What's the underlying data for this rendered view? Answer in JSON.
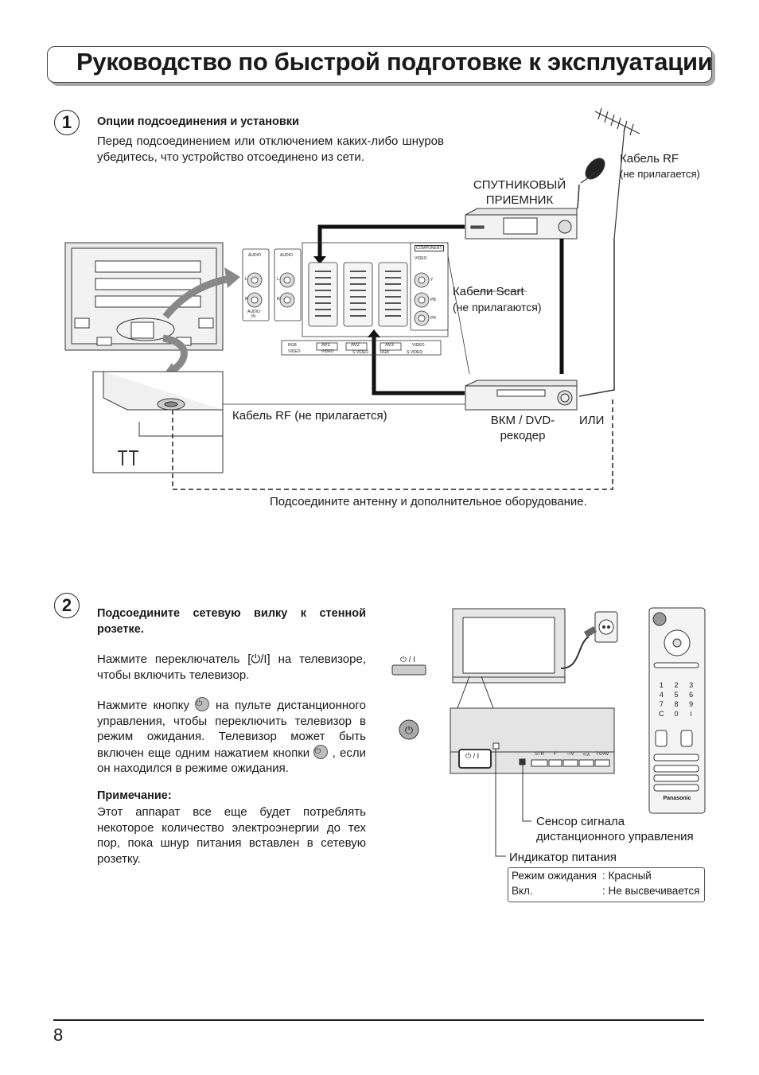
{
  "title": "Руководство по быстрой подготовке к эксплуатации",
  "step1": {
    "number": "1",
    "heading": "Опции подсоединения и установки",
    "text": "Перед подсоединением или отключением каких-либо шнуров убедитесь, что устройство отсоединено из сети.",
    "labels": {
      "cable_rf": "Кабель RF",
      "cable_rf_note": "(не прилагается)",
      "satellite_line1": "СПУТНИКОВЫЙ",
      "satellite_line2": "ПРИЕМНИК",
      "scart_cables": "Кабели Scart",
      "scart_note": "(не прилагаются)",
      "cable_rf_full": "Кабель RF (не прилагается)",
      "vcr_line1": "ВКМ / DVD-",
      "vcr_line2": "рекодер",
      "or": "ИЛИ",
      "connect_note": "Подсоедините антенну и дополнительное оборудование."
    },
    "panel_labels": {
      "audio": "AUDIO",
      "audio_in_1": "AUDIO",
      "audio_in_2": "IN",
      "component": "COMPONENT",
      "video": "VIDEO",
      "l": "L",
      "r": "R",
      "y": "Y",
      "pb": "PB",
      "pr": "PR",
      "rgb": "RGB",
      "av1": "AV1",
      "av2": "AV2",
      "av3": "AV3",
      "s_video": "S VIDEO"
    }
  },
  "step2": {
    "number": "2",
    "heading": "Подсоедините сетевую вилку к стенной розетке.",
    "para1": "Нажмите переключатель [⏻/I] на телевизоре, чтобы включить телевизор.",
    "para2_a": "Нажмите кнопку",
    "para2_b": "на пульте дистанционного управления, чтобы переключить телевизор в режим ожидания. Телевизор может быть включен еще одним нажатием кнопки",
    "para2_c": ", если он находился в режиме ожидания.",
    "note_heading": "Примечание:",
    "note_text": "Этот аппарат все еще будет потреблять некоторое количество электроэнергии до тех пор, пока шнур питания вставлен в сетевую розетку.",
    "power_switch_label": "⏻ / I",
    "sensor_line1": "Сенсор сигнала",
    "sensor_line2": "дистанционного управления",
    "indicator_label": "Индикатор питания",
    "standby_key": "Режим ожидания",
    "standby_value": ": Красный",
    "on_key": "Вкл.",
    "on_value": ": Не высвечивается",
    "panel_buttons": [
      "STR",
      "F",
      "−/V",
      "+/∧",
      "TV/AV"
    ],
    "remote_brand": "Panasonic",
    "remote_keys": [
      "1",
      "2",
      "3",
      "4",
      "5",
      "6",
      "7",
      "8",
      "9",
      "C",
      "0",
      "i"
    ]
  },
  "page_number": "8"
}
